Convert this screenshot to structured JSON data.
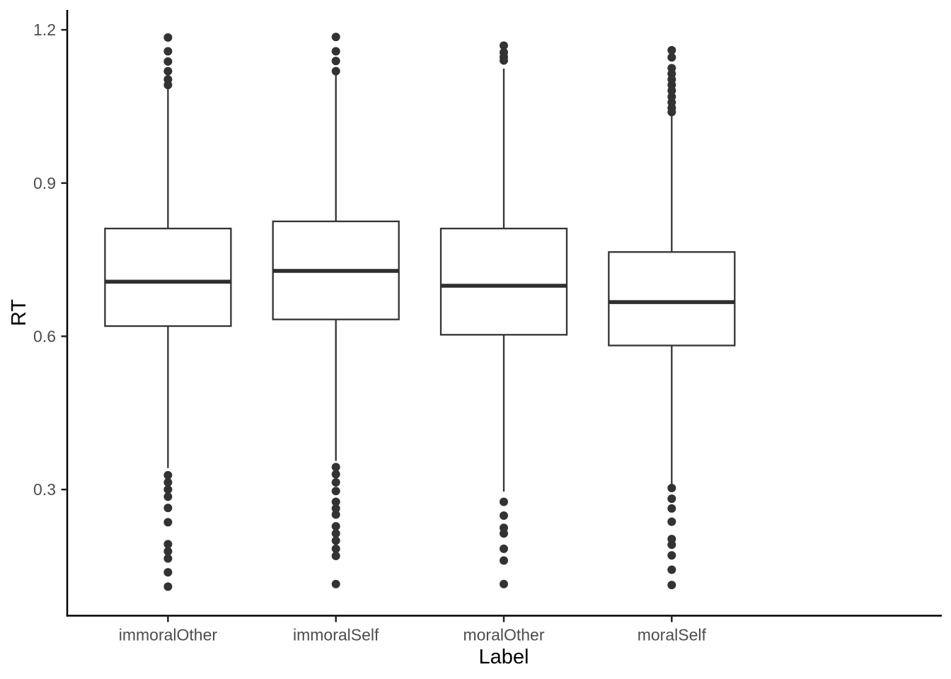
{
  "figure": {
    "background": "#ffffff"
  },
  "chart_data": {
    "type": "boxplot",
    "title": "",
    "xlabel": "Label",
    "ylabel": "RT",
    "categories": [
      "immoralOther",
      "immoralSelf",
      "moralOther",
      "moralSelf"
    ],
    "y_ticks": [
      0.3,
      0.6,
      0.9,
      1.2
    ],
    "y_tick_labels": [
      "0.3",
      "0.6",
      "0.9",
      "1.2"
    ],
    "ylim": [
      0.053,
      1.239
    ],
    "grid": false,
    "legend": null,
    "boxes": [
      {
        "label": "immoralOther",
        "q1": 0.62,
        "median": 0.707,
        "q3": 0.811,
        "whisker_low": 0.342,
        "whisker_high": 1.089,
        "outliers_high": [
          1.185,
          1.158,
          1.138,
          1.119,
          1.103,
          1.092
        ],
        "outliers_low": [
          0.328,
          0.314,
          0.3,
          0.286,
          0.264,
          0.236,
          0.193,
          0.179,
          0.165,
          0.138,
          0.11
        ]
      },
      {
        "label": "immoralSelf",
        "q1": 0.633,
        "median": 0.728,
        "q3": 0.825,
        "whisker_low": 0.356,
        "whisker_high": 1.113,
        "outliers_high": [
          1.186,
          1.158,
          1.139,
          1.119
        ],
        "outliers_low": [
          0.344,
          0.33,
          0.314,
          0.297,
          0.276,
          0.263,
          0.251,
          0.228,
          0.214,
          0.2,
          0.184,
          0.17,
          0.115
        ]
      },
      {
        "label": "moralOther",
        "q1": 0.603,
        "median": 0.699,
        "q3": 0.811,
        "whisker_low": 0.296,
        "whisker_high": 1.124,
        "outliers_high": [
          1.169,
          1.156,
          1.147,
          1.14
        ],
        "outliers_low": [
          0.276,
          0.249,
          0.225,
          0.214,
          0.184,
          0.161,
          0.115
        ]
      },
      {
        "label": "moralSelf",
        "q1": 0.582,
        "median": 0.667,
        "q3": 0.765,
        "whisker_low": 0.31,
        "whisker_high": 1.033,
        "outliers_high": [
          1.16,
          1.146,
          1.125,
          1.114,
          1.103,
          1.092,
          1.081,
          1.069,
          1.058,
          1.047,
          1.039
        ],
        "outliers_low": [
          0.303,
          0.282,
          0.263,
          0.237,
          0.203,
          0.192,
          0.171,
          0.143,
          0.113
        ]
      }
    ],
    "styles": {
      "box_stroke": "#333333",
      "box_fill": "#ffffff",
      "median_color": "#2e2e2e",
      "point_color": "#333333",
      "axis_color": "#000000",
      "tick_color": "#222222",
      "tick_label_color": "#4d4d4d",
      "title_color": "#000000"
    }
  }
}
